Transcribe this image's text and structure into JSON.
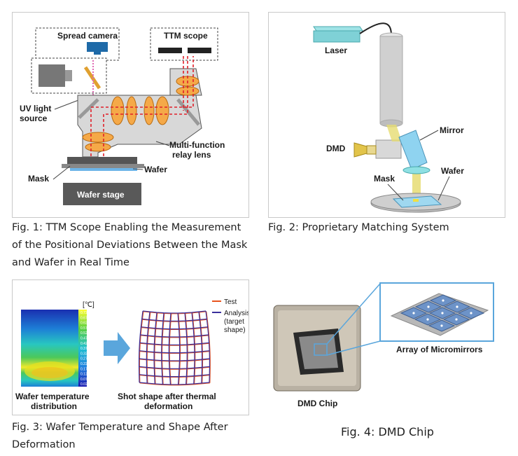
{
  "fig1": {
    "labels": {
      "spread_camera": "Spread camera",
      "ttm_scope": "TTM scope",
      "uv_light_1": "UV light",
      "uv_light_2": "source",
      "relay_1": "Multi-function",
      "relay_2": "relay lens",
      "mask": "Mask",
      "wafer": "Wafer",
      "wafer_stage": "Wafer stage"
    },
    "caption": "Fig. 1: TTM Scope Enabling the Measurement of the Positional Deviations Between the Mask and Wafer in Real Time"
  },
  "fig2": {
    "labels": {
      "laser": "Laser",
      "mirror": "Mirror",
      "dmd": "DMD",
      "mask": "Mask",
      "wafer": "Wafer"
    },
    "caption": "Fig. 2: Proprietary Matching System"
  },
  "fig3": {
    "labels": {
      "unit": "[℃]",
      "scale_ticks": [
        "0.725",
        "0.675",
        "0.625",
        "0.575",
        "0.525",
        "0.475",
        "0.425",
        "0.375",
        "0.325",
        "0.275",
        "0.225",
        "0.175",
        "0.125",
        "0.075",
        "0.025"
      ],
      "legend_test": "Test",
      "legend_analysis_1": "Analysis",
      "legend_analysis_2": "(target",
      "legend_analysis_3": "shape)",
      "temp_1": "Wafer temperature",
      "temp_2": "distribution",
      "shot_1": "Shot shape after thermal",
      "shot_2": "deformation"
    },
    "colors": {
      "test": "#e8541e",
      "analysis": "#3a2f9c"
    },
    "caption": "Fig. 3: Wafer Temperature and Shape After Deformation"
  },
  "fig4": {
    "labels": {
      "chip": "DMD Chip",
      "array": "Array of Micromirrors"
    },
    "caption": "Fig. 4: DMD Chip"
  }
}
